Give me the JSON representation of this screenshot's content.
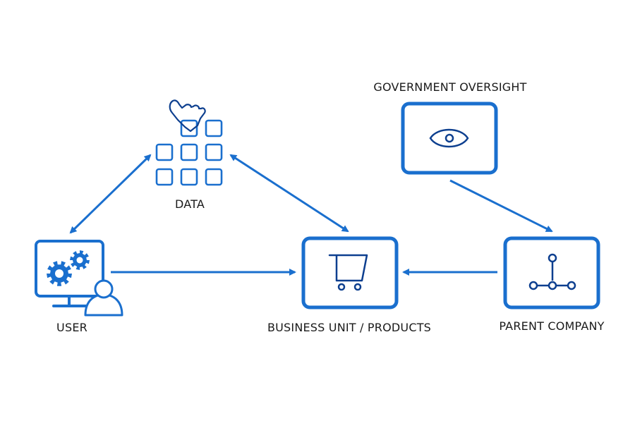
{
  "colors": {
    "primary": "#1a6fce",
    "dark": "#0d3f8f",
    "text": "#1a1a1a",
    "background": "#ffffff"
  },
  "nodes": {
    "data": {
      "label": "DATA",
      "icon": "data-grid-hand-icon"
    },
    "user": {
      "label": "USER",
      "icon": "monitor-gears-user-icon"
    },
    "business": {
      "label": "BUSINESS UNIT / PRODUCTS",
      "icon": "shopping-cart-icon"
    },
    "parent": {
      "label": "PARENT COMPANY",
      "icon": "hierarchy-icon"
    },
    "government": {
      "label": "GOVERNMENT OVERSIGHT",
      "icon": "eye-icon"
    }
  },
  "edges": [
    {
      "from": "user",
      "to": "data",
      "direction": "both"
    },
    {
      "from": "data",
      "to": "business",
      "direction": "both"
    },
    {
      "from": "user",
      "to": "business",
      "direction": "forward"
    },
    {
      "from": "parent",
      "to": "business",
      "direction": "forward"
    },
    {
      "from": "government",
      "to": "parent",
      "direction": "forward"
    }
  ]
}
